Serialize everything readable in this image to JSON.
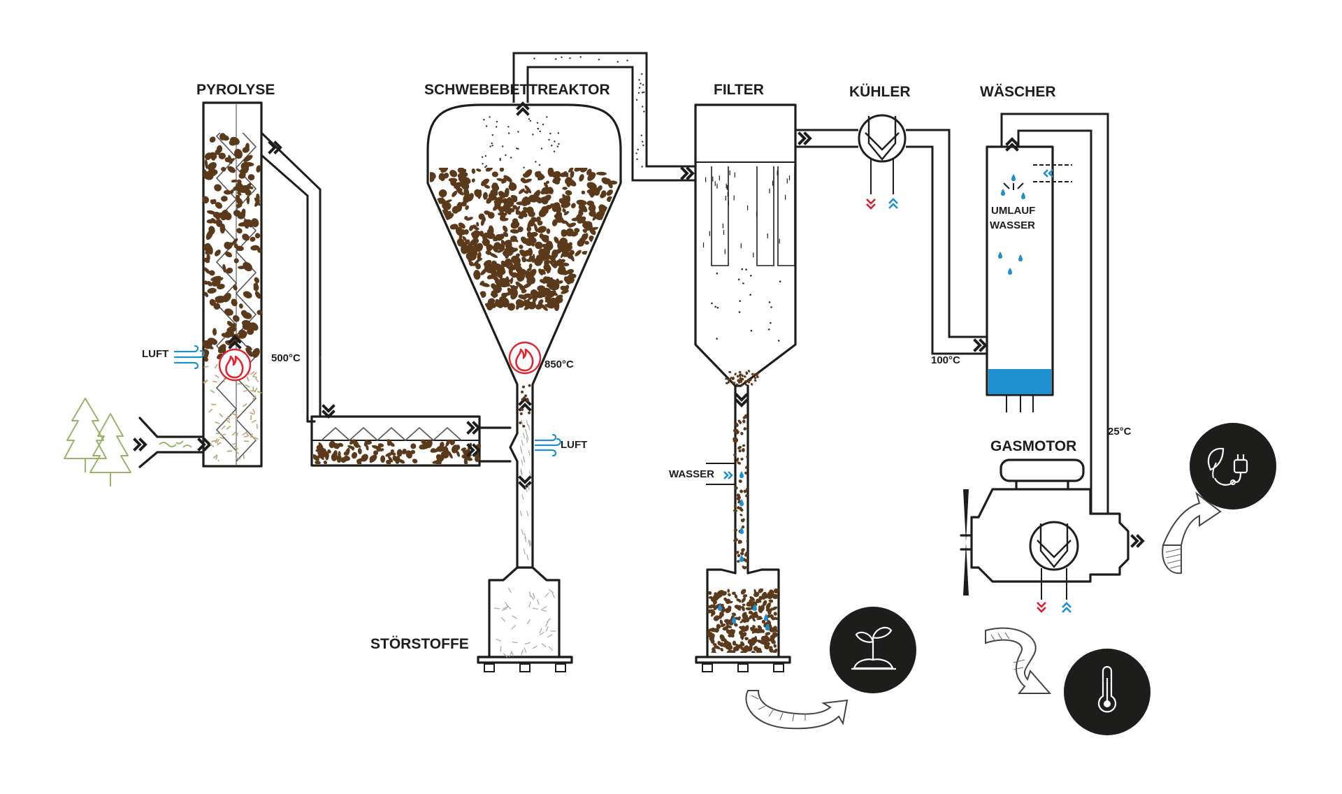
{
  "labels": {
    "pyrolyse": "PYROLYSE",
    "reactor": "SCHWEBEBETTREAKTOR",
    "filter": "FILTER",
    "cooler": "KÜHLER",
    "scrubber": "WÄSCHER",
    "engine": "GASMOTOR",
    "impurities": "STÖRSTOFFE",
    "air_pyrolyse": "LUFT",
    "air_reactor": "LUFT",
    "water_filter": "WASSER",
    "circ_water_line1": "UMLAUF",
    "circ_water_line2": "WASSER",
    "temp_pyrolyse": "500°C",
    "temp_reactor": "850°C",
    "temp_scrubber_in": "100°C",
    "temp_engine_in": "25°C"
  },
  "icons": {
    "biomass": "tree-icon",
    "power": "leaf-plug-icon",
    "soil": "sprout-soil-icon",
    "heat": "thermometer-icon",
    "fire": "flame-icon",
    "air": "wind-icon",
    "heat_exchanger": "heat-exchanger-icon"
  },
  "colors": {
    "line": "#1d1d1b",
    "particles": "#5b3a1c",
    "water": "#1f8fd0",
    "hot": "#e3232e",
    "biomass": "#9ab36a",
    "badge": "#1d1d1b"
  }
}
